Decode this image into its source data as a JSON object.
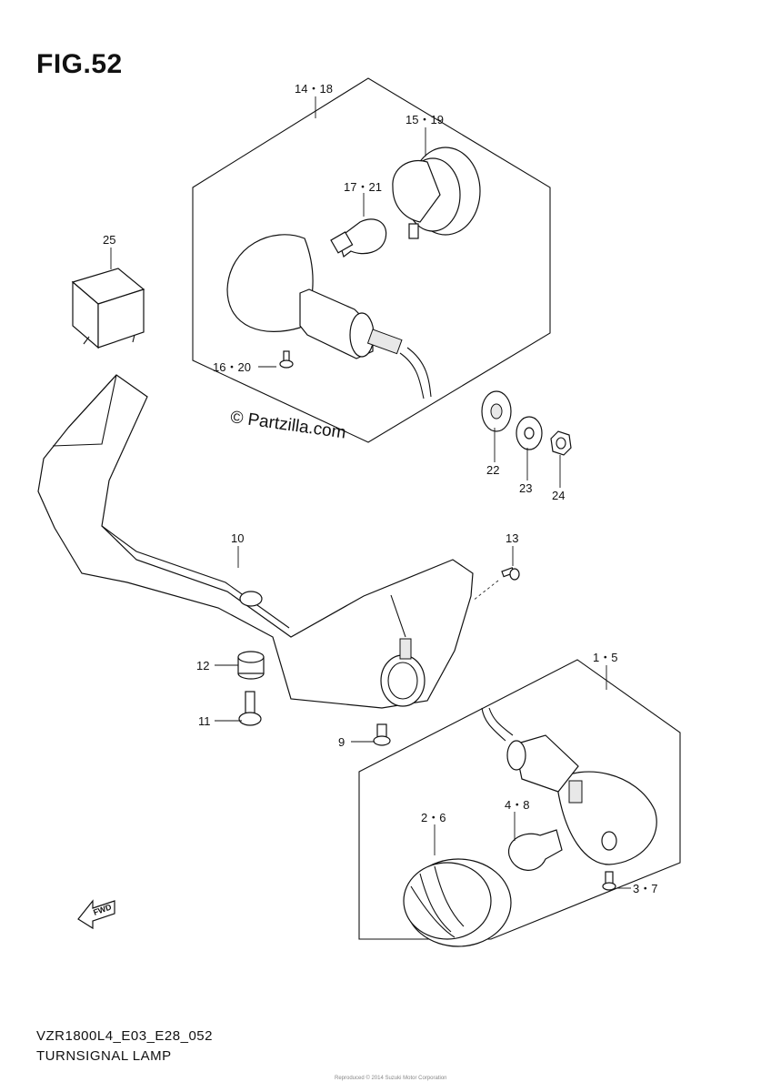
{
  "figure_title": "FIG.52",
  "diagram_code": "VZR1800L4_E03_E28_052",
  "diagram_title": "TURNSIGNAL LAMP",
  "watermark": "© Partzilla.com",
  "direction_arrow": "FWD",
  "footer_note": "Reproduced © 2014 Suzuki Motor Corporation",
  "callouts": [
    {
      "id": "c-14-18",
      "label": "14・18"
    },
    {
      "id": "c-15-19",
      "label": "15・19"
    },
    {
      "id": "c-17-21",
      "label": "17・21"
    },
    {
      "id": "c-25",
      "label": "25"
    },
    {
      "id": "c-16-20",
      "label": "16・20"
    },
    {
      "id": "c-22",
      "label": "22"
    },
    {
      "id": "c-23",
      "label": "23"
    },
    {
      "id": "c-24",
      "label": "24"
    },
    {
      "id": "c-10",
      "label": "10"
    },
    {
      "id": "c-13",
      "label": "13"
    },
    {
      "id": "c-12",
      "label": "12"
    },
    {
      "id": "c-11",
      "label": "11"
    },
    {
      "id": "c-9",
      "label": "9"
    },
    {
      "id": "c-1-5",
      "label": "1・5"
    },
    {
      "id": "c-2-6",
      "label": "2・6"
    },
    {
      "id": "c-4-8",
      "label": "4・8"
    },
    {
      "id": "c-3-7",
      "label": "3・7"
    }
  ]
}
